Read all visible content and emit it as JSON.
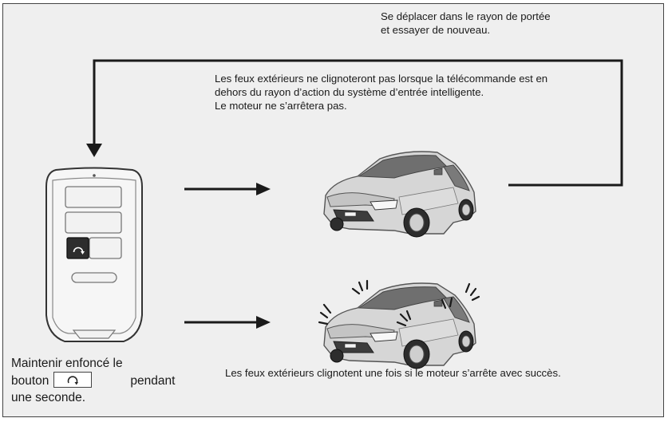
{
  "texts": {
    "retry_line1": "Se déplacer dans le rayon de portée",
    "retry_line2": "et essayer de nouveau.",
    "out_line1": "Les feux extérieurs ne clignoteront pas lorsque la télécommande est en",
    "out_line2": "dehors du rayon d’action du système d’entrée intelligente.",
    "out_line3": "Le moteur ne s’arrêtera pas.",
    "hold_line1": "Maintenir enfoncé le",
    "hold_line2a": "bouton",
    "hold_line2b": "pendant",
    "hold_line3": "une seconde.",
    "success": "Les feux extérieurs clignotent une fois si le moteur s’arrête avec succès."
  }
}
